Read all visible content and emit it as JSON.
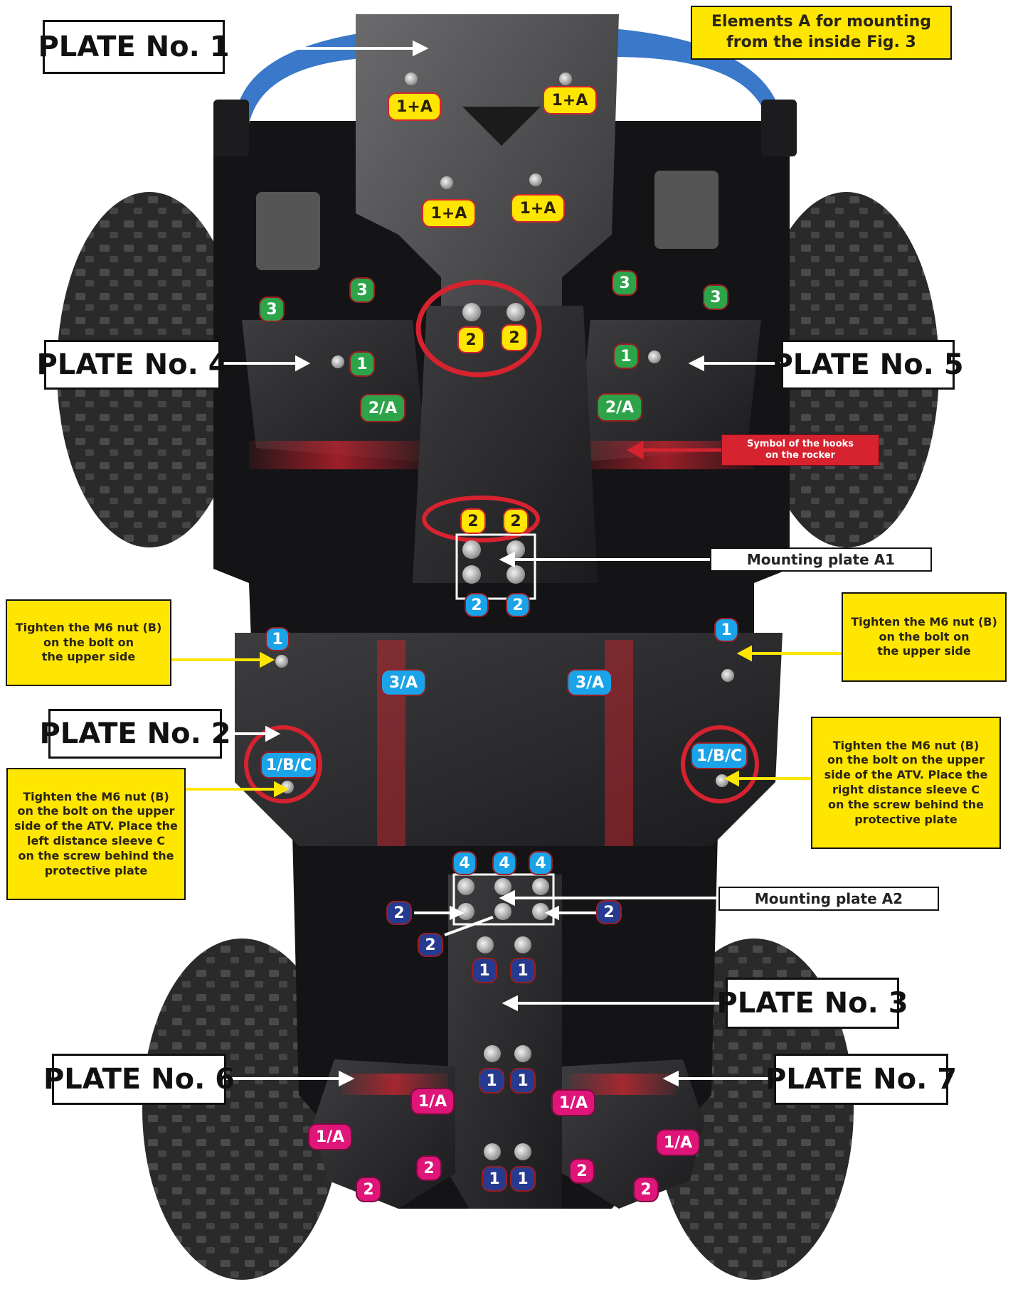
{
  "plates": {
    "p1": "PLATE No. 1",
    "p2": "PLATE No. 2",
    "p3": "PLATE No. 3",
    "p4": "PLATE No. 4",
    "p5": "PLATE No. 5",
    "p6": "PLATE No. 6",
    "p7": "PLATE No. 7"
  },
  "notes": {
    "elements_a_line1": "Elements A for mounting",
    "elements_a_line2": "from the inside Fig. 3",
    "m6_left_l1": "Tighten the M6 nut (B)",
    "m6_left_l2": "on the bolt on",
    "m6_left_l3": "the upper side",
    "m6_right_l1": "Tighten the M6 nut (B)",
    "m6_right_l2": "on the bolt on",
    "m6_right_l3": "the upper side",
    "sleeve_left_l1": "Tighten the M6 nut (B)",
    "sleeve_left_l2": "on the bolt on the upper",
    "sleeve_left_l3": "side of the ATV. Place the",
    "sleeve_left_l4": "left distance sleeve C",
    "sleeve_left_l5": "on the screw behind the",
    "sleeve_left_l6": "protective plate",
    "sleeve_right_l1": "Tighten the M6 nut (B)",
    "sleeve_right_l2": "on the bolt on the upper",
    "sleeve_right_l3": "side of the ATV. Place the",
    "sleeve_right_l4": "right distance sleeve C",
    "sleeve_right_l5": "on the screw behind the",
    "sleeve_right_l6": "protective plate",
    "hooks_l1": "Symbol of the hooks",
    "hooks_l2": "on the rocker",
    "mount_a1": "Mounting plate A1",
    "mount_a2": "Mounting plate A2"
  },
  "colors": {
    "yellow": "#ffe600",
    "green": "#2ea44a",
    "cyan": "#1aa3e8",
    "navy": "#263a8f",
    "pink": "#e0157a",
    "red": "#d6232f",
    "bumper_blue": "#3a78c9"
  },
  "badges": {
    "b1": "1+A",
    "b2": "1+A",
    "b3": "1+A",
    "b4": "1+A",
    "y2a": "2",
    "y2b": "2",
    "y2c": "2",
    "y2d": "2",
    "g3a": "3",
    "g3b": "3",
    "g3c": "3",
    "g3d": "3",
    "g1a": "1",
    "g1b": "1",
    "g2aA": "2/A",
    "g2aB": "2/A",
    "c2a": "2",
    "c2b": "2",
    "c1a": "1",
    "c1b": "1",
    "c3aA": "3/A",
    "c3aB": "3/A",
    "c1bcA": "1/B/C",
    "c1bcB": "1/B/C",
    "c4a": "4",
    "c4b": "4",
    "c4c": "4",
    "n2a": "2",
    "n2b": "2",
    "n2c": "2",
    "n1a": "1",
    "n1b": "1",
    "n1c": "1",
    "n1d": "1",
    "n1e": "1",
    "n1f": "1",
    "p1aA": "1/A",
    "p1aB": "1/A",
    "p1aC": "1/A",
    "p1aD": "1/A",
    "p2a": "2",
    "p2b": "2",
    "p2c": "2",
    "p2d": "2"
  }
}
